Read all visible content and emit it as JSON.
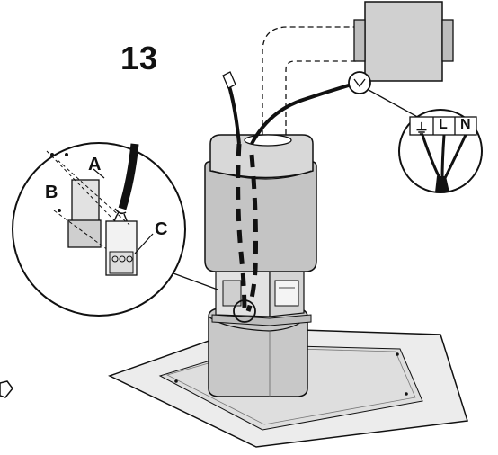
{
  "figure": {
    "step_number": "13",
    "callouts": {
      "a": "A",
      "b": "B",
      "c": "C"
    },
    "terminals": {
      "earth": "⏚",
      "line": "L",
      "neutral": "N"
    }
  },
  "colors": {
    "ink": "#111111",
    "housing_gray": "#c8c8c8",
    "housing_dark": "#a8a8a8",
    "panel_gray": "#e6e6e6",
    "motor_gray": "#cfcfcf"
  }
}
